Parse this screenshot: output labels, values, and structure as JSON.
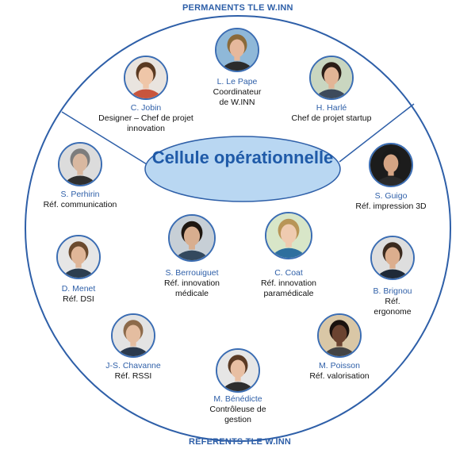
{
  "header_label": "PERMANENTS TLE  W.INN",
  "footer_label": "REFERENTS TLE W.INN",
  "center_title": "Cellule opérationnelle",
  "colors": {
    "ring": "#2e5fa8",
    "center_fill": "#b9d7f2",
    "label_blue": "#2e5fa8"
  },
  "people": [
    {
      "id": "le-pape",
      "name": "L. Le Pape",
      "role": "Coordinateur\nde W.INN",
      "portrait": "man-glasses-blond"
    },
    {
      "id": "jobin",
      "name": "C. Jobin",
      "role": "Designer – Chef de projet\ninnovation",
      "portrait": "woman-curly-glasses"
    },
    {
      "id": "harle",
      "name": "H. Harlé",
      "role": "Chef de projet startup",
      "portrait": "woman-dark-hair"
    },
    {
      "id": "perhirin",
      "name": "S. Perhirin",
      "role": "Réf. communication",
      "portrait": "woman-gray-curly"
    },
    {
      "id": "guigo",
      "name": "S. Guigo",
      "role": "Réf. impression 3D",
      "portrait": "man-beard-dark"
    },
    {
      "id": "berrouiguet",
      "name": "S. Berrouiguet",
      "role": "Réf. innovation\nmédicale",
      "portrait": "man-dark-curly"
    },
    {
      "id": "coat",
      "name": "C. Coat",
      "role": "Réf. innovation\nparamédicale",
      "portrait": "woman-blond-glasses"
    },
    {
      "id": "menet",
      "name": "D. Menet",
      "role": "Réf. DSI",
      "portrait": "man-glasses-suit"
    },
    {
      "id": "brignou",
      "name": "B. Brignou",
      "role": "Réf.\nergonome",
      "portrait": "man-short-hair"
    },
    {
      "id": "chavanne",
      "name": "J-S. Chavanne",
      "role": "Réf. RSSI",
      "portrait": "man-suit"
    },
    {
      "id": "poisson",
      "name": "M. Poisson",
      "role": "Réf. valorisation",
      "portrait": "woman-dark-smile"
    },
    {
      "id": "benedicte",
      "name": "M. Bénédicte",
      "role": "Contrôleuse de\ngestion",
      "portrait": "woman-brown-hair"
    }
  ]
}
